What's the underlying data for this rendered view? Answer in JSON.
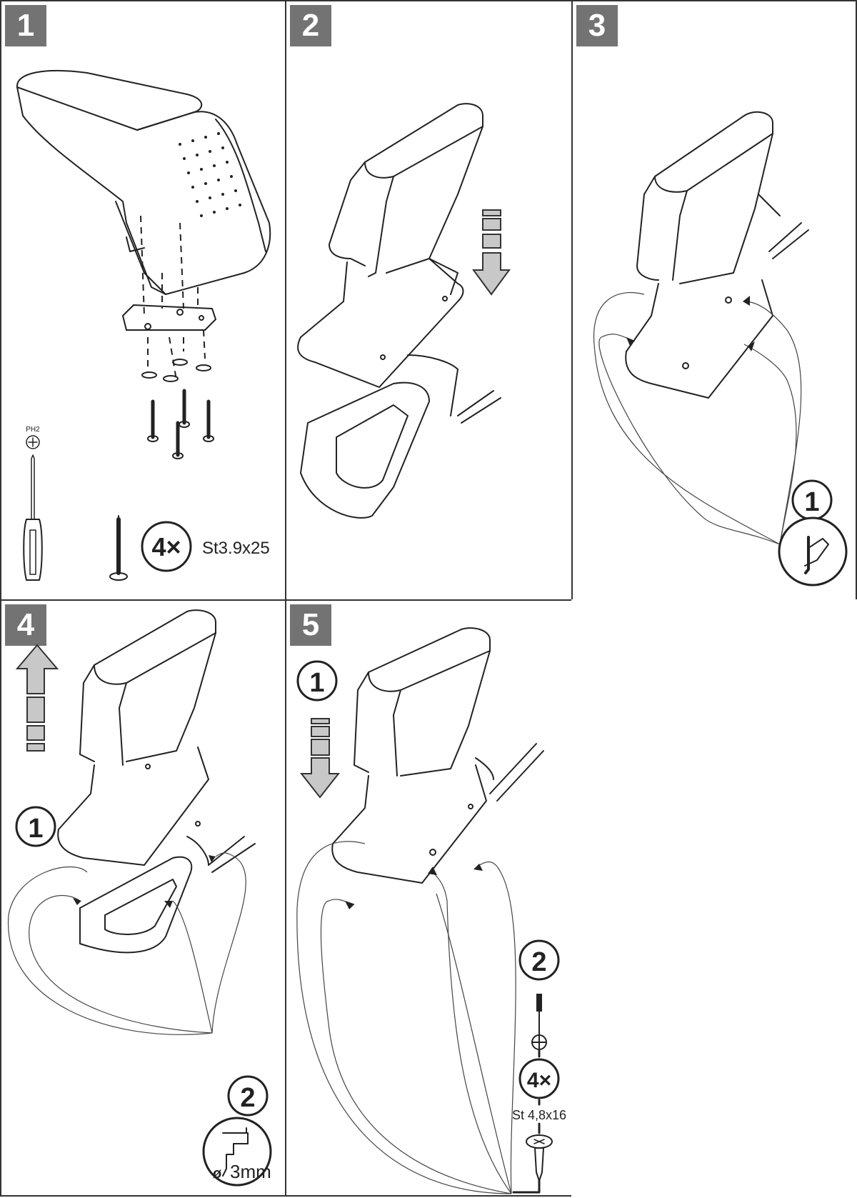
{
  "steps": [
    {
      "number": "1",
      "tool_label": "PH2",
      "screw_count": "4×",
      "screw_spec": "St3.9x25"
    },
    {
      "number": "2"
    },
    {
      "number": "3",
      "substep_marker": "1",
      "action_icon": "mark-with-pen-icon"
    },
    {
      "number": "4",
      "substep_1_marker": "1",
      "substep_2_marker": "2",
      "drill_size": "3mm",
      "diameter_symbol": "ø"
    },
    {
      "number": "5",
      "substep_1_marker": "1",
      "substep_2_marker": "2",
      "screw_count": "4×",
      "screw_spec": "St 4,8x16"
    }
  ],
  "colors": {
    "badge": "#737373",
    "arrow": "#c8c8c8",
    "line": "#222222"
  }
}
